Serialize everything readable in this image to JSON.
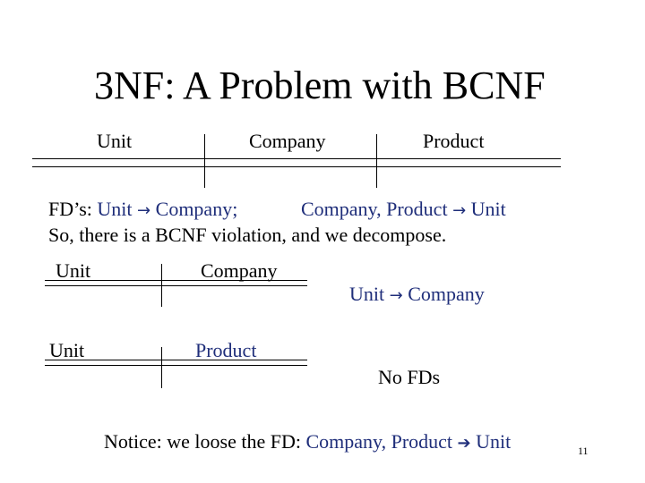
{
  "slide": {
    "title": "3NF: A Problem with BCNF",
    "page_number": "11"
  },
  "relation_main": {
    "columns": [
      "Unit",
      "Company",
      "Product"
    ]
  },
  "fds": {
    "prefix": "FD’s:",
    "fd1_lhs": "Unit",
    "fd1_arrow": "→",
    "fd1_rhs": "Company;",
    "fd2_lhs": "Company, Product",
    "fd2_arrow": "→",
    "fd2_rhs": "Unit",
    "conclusion": "So, there is a BCNF violation, and we decompose."
  },
  "relation_1": {
    "columns": [
      "Unit",
      "Company"
    ],
    "fd_lhs": "Unit",
    "fd_arrow": "→",
    "fd_rhs": "Company"
  },
  "relation_2": {
    "columns": [
      "Unit",
      "Product"
    ],
    "fd_text": "No  FDs"
  },
  "notice": {
    "prefix": "Notice: we loose the FD:",
    "fd_lhs": "Company, Product",
    "fd_arrow": "➔",
    "fd_rhs": "Unit"
  },
  "colors": {
    "text": "#000000",
    "accent": "#1f2e7a"
  }
}
